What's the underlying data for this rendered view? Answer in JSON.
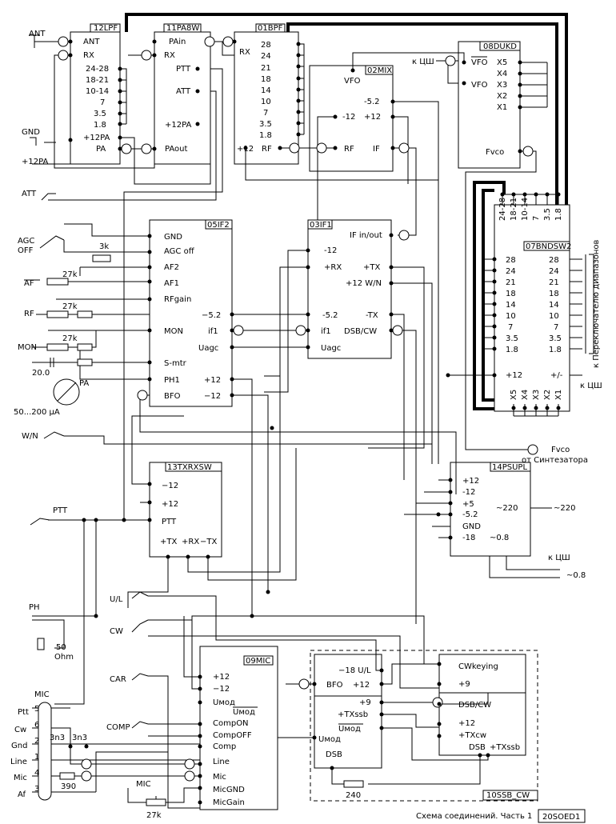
{
  "title": "Схема соединений. Часть 1",
  "sheet_id": "20SOED1",
  "modules": {
    "lpf": {
      "name": "12LPF",
      "pins_left": [
        "ANT",
        "RX",
        "24-28",
        "18-21",
        "10-14",
        "7",
        "3.5",
        "1.8",
        "+12PA",
        "PA"
      ]
    },
    "pa": {
      "name": "11PA8W",
      "pins_left": [
        "PAin",
        "RX",
        "PTT",
        "ATT",
        "+12PA",
        "PAout"
      ]
    },
    "bpf": {
      "name": "01BPF",
      "pins": [
        "28",
        "24",
        "21",
        "18",
        "14",
        "10",
        "7",
        "3.5",
        "1.8"
      ],
      "pin_rx": "RX",
      "pin_12": "+12",
      "pin_rf": "RF"
    },
    "mix": {
      "name": "02MIX",
      "pins": [
        "VFO",
        "-5.2",
        "-12",
        "+12",
        "RF",
        "IF"
      ]
    },
    "dukd": {
      "name": "08DUKD",
      "pins": [
        "VFO",
        "VFO",
        "X5",
        "X4",
        "X3",
        "X2",
        "X1",
        "Fvco"
      ]
    },
    "if2": {
      "name": "05IF2",
      "pins_left": [
        "GND",
        "AGC off",
        "AF2",
        "AF1",
        "RFgain",
        "MON",
        "S-mtr",
        "PH1",
        "BFO"
      ],
      "pins_right": [
        "−5.2",
        "if1",
        "Uagc",
        "+12",
        "−12"
      ]
    },
    "if1": {
      "name": "03IF1",
      "pins": [
        "IF in/out",
        "-12",
        "+RX",
        "+TX",
        "+12 W/N",
        "-5.2",
        "-TX",
        "if1",
        "DSB/CW",
        "Uagc"
      ]
    },
    "bndsw": {
      "name": "07BNDSW2",
      "top_pins": [
        "24-28",
        "18-21",
        "10-14",
        "7",
        "3.5",
        "1.8"
      ],
      "left_pins": [
        "28",
        "24",
        "21",
        "18",
        "14",
        "10",
        "7",
        "3.5",
        "1.8",
        "+12"
      ],
      "right_pins": [
        "28",
        "24",
        "21",
        "18",
        "14",
        "10",
        "7",
        "3.5",
        "1.8",
        "+/-"
      ],
      "bottom_pins": [
        "X5",
        "X4",
        "X3",
        "X2",
        "X1"
      ]
    },
    "txrx": {
      "name": "13TXRXSW",
      "pins": [
        "−12",
        "+12",
        "PTT",
        "+TX",
        "+RX",
        "−TX"
      ]
    },
    "psu": {
      "name": "14PSUPL",
      "pins": [
        "+12",
        "-12",
        "+5",
        "-5.2",
        "GND",
        "-18",
        "~220",
        "~0.8"
      ]
    },
    "mic": {
      "name": "09MIC",
      "pins": [
        "+12",
        "−12",
        "Uмод",
        "Uмод",
        "CompON",
        "CompOFF",
        "Comp",
        "Line",
        "Mic",
        "MicGND",
        "MicGain"
      ]
    },
    "ssb": {
      "name": "10SSB_CW",
      "pins": [
        "−18 U/L",
        "BFO",
        "+12",
        "+9",
        "+TXssb",
        "Uмод",
        "Uмод",
        "DSB",
        "CWkeying",
        "+9",
        "DSB/CW",
        "+12",
        "+TXcw",
        "DSB",
        "+TXssb"
      ]
    }
  },
  "labels": {
    "ant": "ANT",
    "gnd": "GND",
    "p12pa": "+12PA",
    "att": "ATT",
    "agc": "AGC",
    "off": "OFF",
    "af": "AF",
    "rf": "RF",
    "mon": "MON",
    "r3k": "3k",
    "r27k": "27k",
    "c20": "20.0",
    "pa_meter": "PA",
    "ua": "50...200 µA",
    "wn": "W/N",
    "ptt": "PTT",
    "ph": "PH",
    "ohm50": "50",
    "ohm": "Ohm",
    "mic": "MIC",
    "ul": "U/L",
    "cw": "CW",
    "car": "CAR",
    "comp": "COMP",
    "c3n3": "3n3",
    "r390": "390",
    "r240": "240",
    "micg": "MIC",
    "r27k2": "27k",
    "conn_ptt": "Ptt",
    "conn_cw": "Cw",
    "conn_gnd": "Gnd",
    "conn_line": "Line",
    "conn_mic": "Mic",
    "conn_af": "Af",
    "n5": "5",
    "n6": "6",
    "n2": "2",
    "n1": "1",
    "n4": "4",
    "n3": "3",
    "kcsh": "к ЦШ",
    "fvco": "Fvco",
    "from_synth": "от Синтезатора",
    "v220": "~220",
    "v08": "~0.8",
    "band_sw": "к Переключателю диапазонов"
  }
}
